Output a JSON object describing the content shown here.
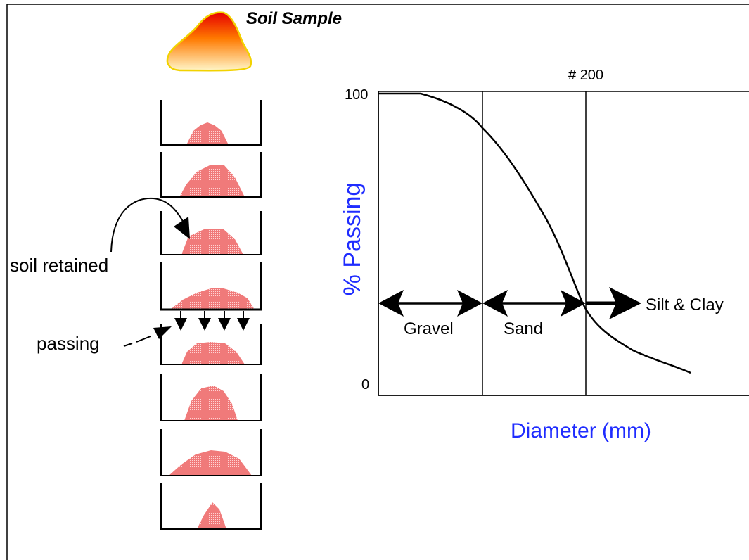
{
  "diagram": {
    "sample_label": "Soil Sample",
    "annotations": {
      "retained": "soil retained",
      "passing": "passing"
    },
    "sieve_count": 8,
    "colors": {
      "soil_pile": "#f07070",
      "sample_top": "#e60000",
      "sample_mid": "#ff8a00",
      "sample_bottom": "#fff3c0",
      "sample_outline": "#f2d200",
      "axis_label": "#1f2cff"
    }
  },
  "chart_data": {
    "type": "line",
    "xlabel": "Diameter (mm)",
    "ylabel": "% Passing",
    "y_ticks": [
      "100",
      "0"
    ],
    "top_marker": "# 200",
    "zones": [
      "Gravel",
      "Sand",
      "Silt & Clay"
    ],
    "curve_description": "S-shaped grain size distribution curve"
  }
}
